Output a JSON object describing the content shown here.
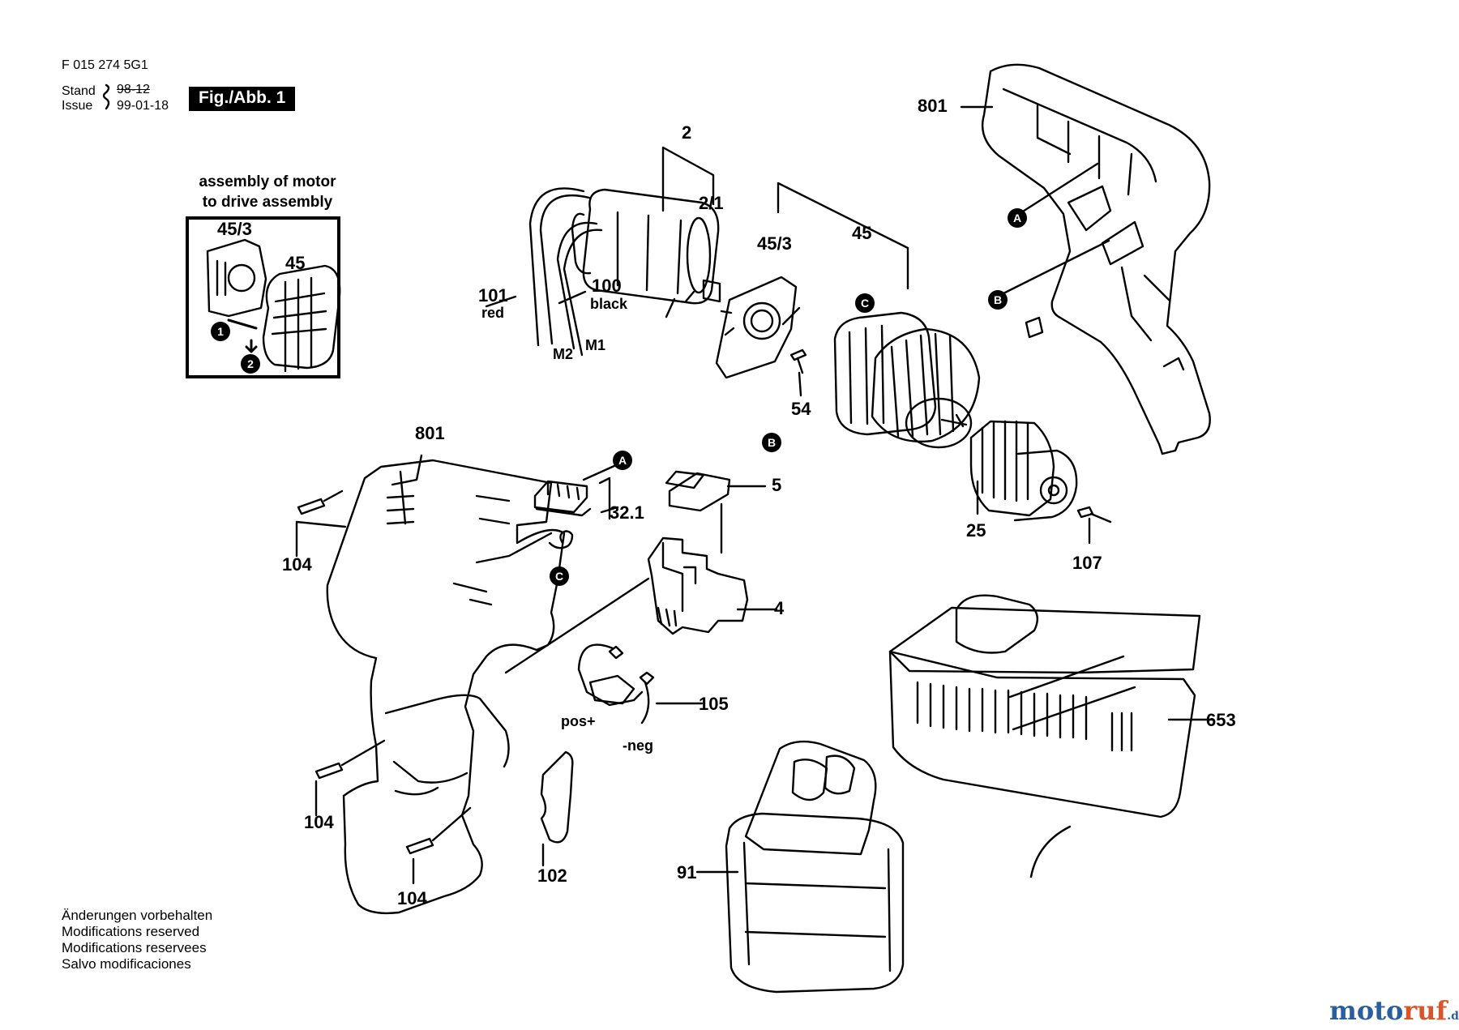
{
  "header": {
    "doc_number": "F 015 274 5G1",
    "stand_label": "Stand",
    "issue_label": "Issue",
    "stand_date": "98-12",
    "issue_date": "99-01-18",
    "figure_tag": "Fig./Abb. 1"
  },
  "inset": {
    "title_line1": "assembly of motor",
    "title_line2": "to drive assembly",
    "labels": [
      "45/3",
      "45"
    ],
    "steps": [
      "1",
      "2"
    ]
  },
  "parts": {
    "p801_top": "801",
    "p2": "2",
    "p2_1": "2/1",
    "p45_3": "45/3",
    "p45": "45",
    "p101": "101",
    "p101_sub": "red",
    "p100": "100",
    "p100_sub": "black",
    "pM2": "M2",
    "pM1": "M1",
    "p54": "54",
    "p801_mid": "801",
    "p32_1": "32.1",
    "p5": "5",
    "p25": "25",
    "p107": "107",
    "p104_a": "104",
    "p4": "4",
    "p105": "105",
    "p_pos": "pos+",
    "p_neg": "-neg",
    "p653": "653",
    "p104_b": "104",
    "p102": "102",
    "p91": "91",
    "p104_c": "104"
  },
  "markers": {
    "A": "A",
    "B": "B",
    "C": "C"
  },
  "footer": {
    "lines": [
      "Änderungen vorbehalten",
      "Modifications reserved",
      "Modifications reservees",
      "Salvo modificaciones"
    ]
  },
  "watermark": {
    "part1": "moto",
    "part2": "ruf",
    "part3": ".de"
  }
}
